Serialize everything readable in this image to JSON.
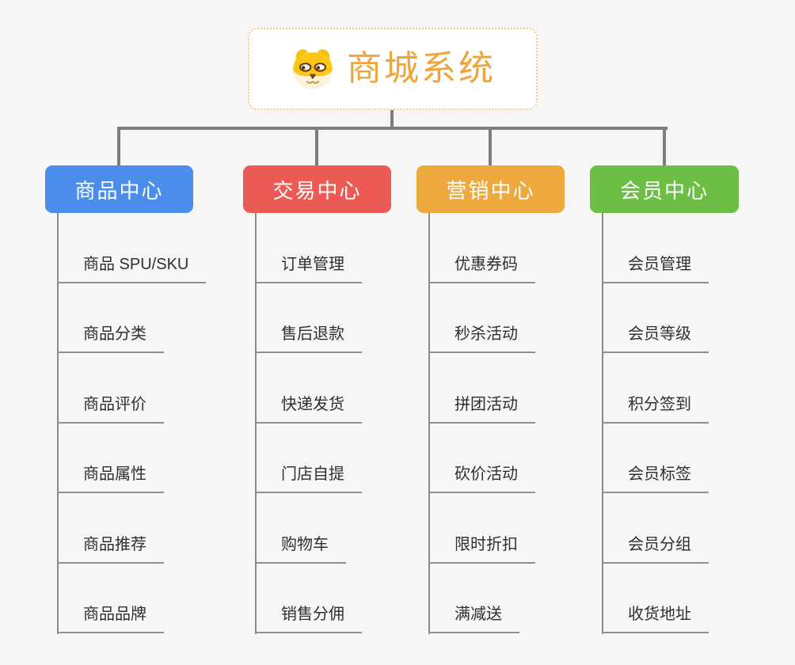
{
  "root": {
    "title": "商城系统",
    "icon": "dog-face-icon",
    "title_color": "#F0A43C",
    "border_color": "#F3C98E"
  },
  "connector_color": "#7E7E7E",
  "branches": [
    {
      "label": "商品中心",
      "color": "#4B8DEA",
      "children": [
        "商品 SPU/SKU",
        "商品分类",
        "商品评价",
        "商品属性",
        "商品推荐",
        "商品品牌"
      ]
    },
    {
      "label": "交易中心",
      "color": "#EC5A55",
      "children": [
        "订单管理",
        "售后退款",
        "快递发货",
        "门店自提",
        "购物车",
        "销售分佣"
      ]
    },
    {
      "label": "营销中心",
      "color": "#EDA83E",
      "children": [
        "优惠券码",
        "秒杀活动",
        "拼团活动",
        "砍价活动",
        "限时折扣",
        "满减送"
      ]
    },
    {
      "label": "会员中心",
      "color": "#6CBE44",
      "children": [
        "会员管理",
        "会员等级",
        "积分签到",
        "会员标签",
        "会员分组",
        "收货地址"
      ]
    }
  ]
}
